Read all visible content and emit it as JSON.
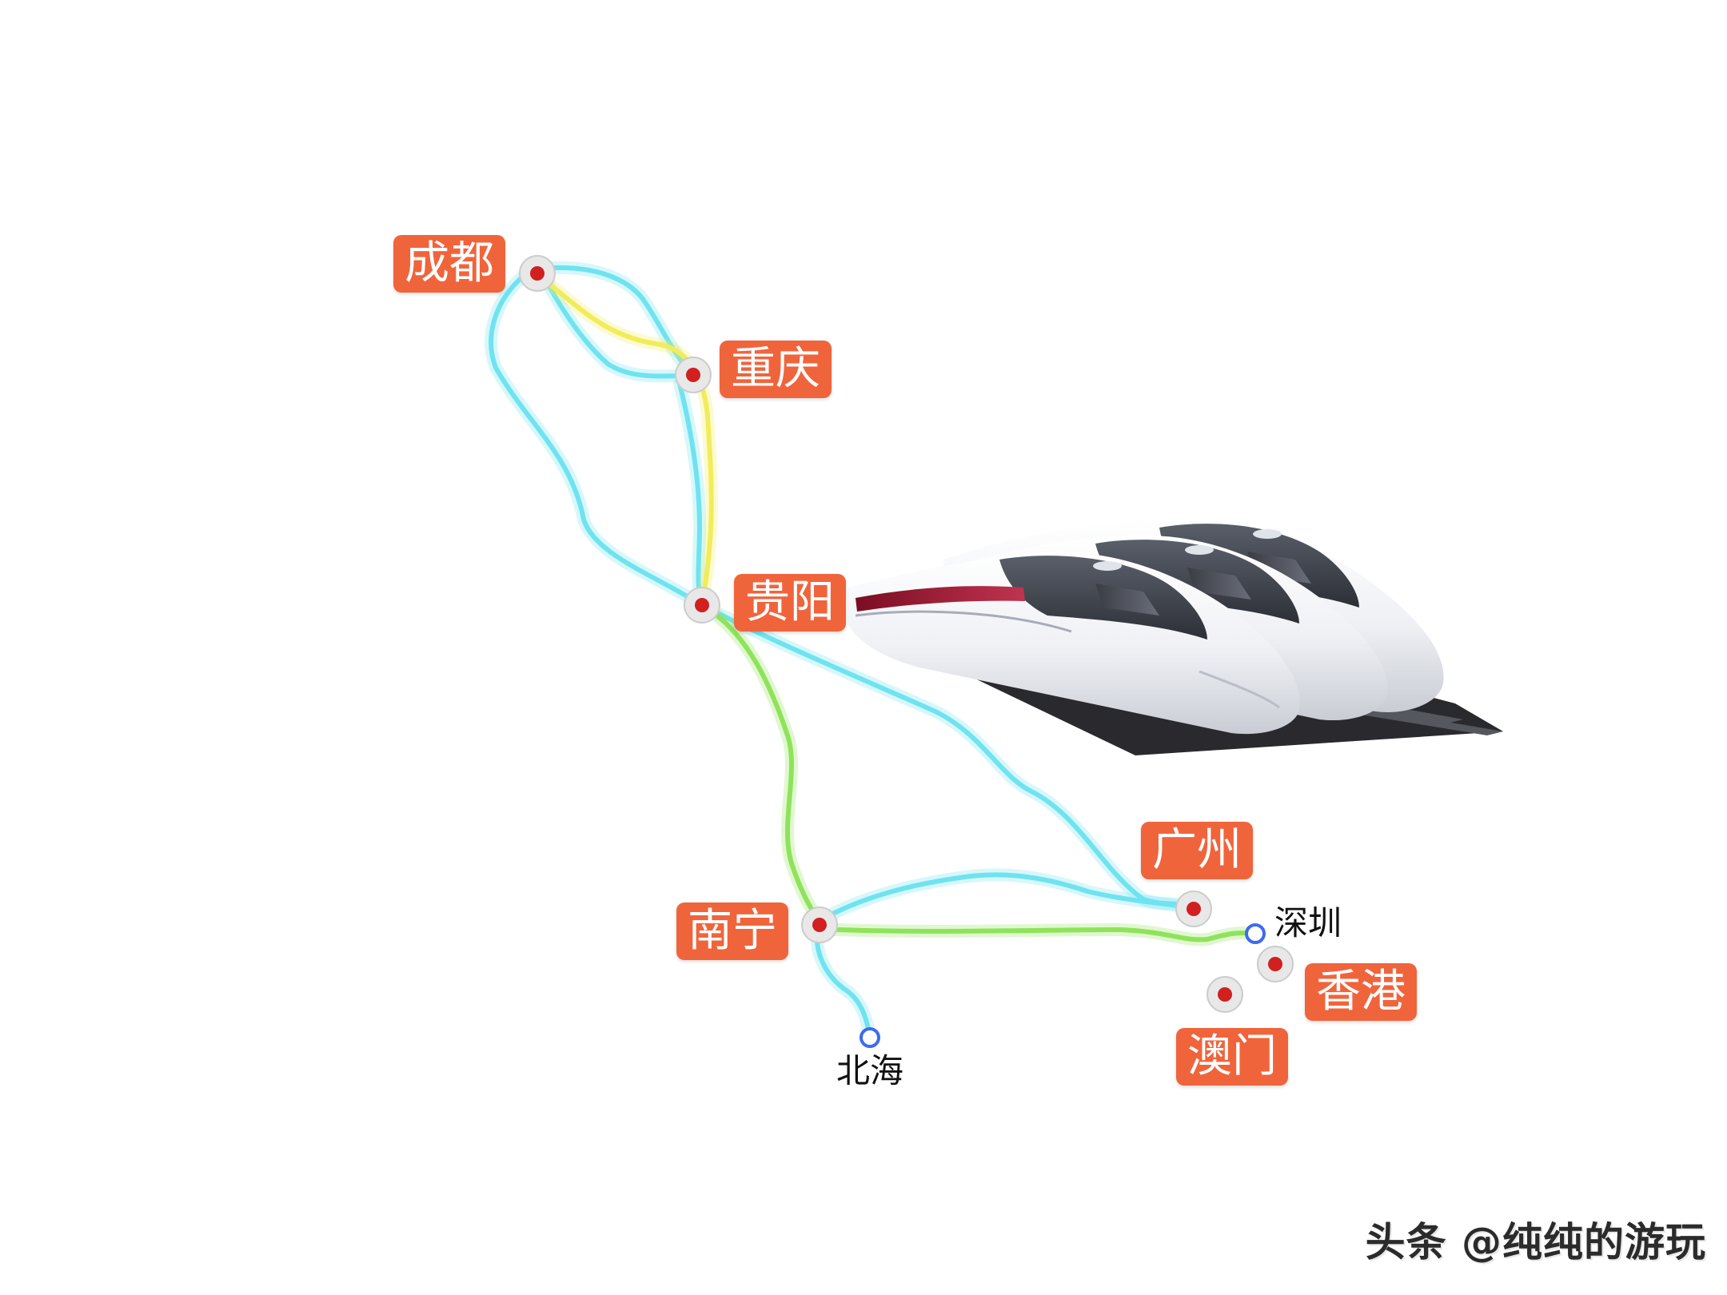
{
  "map": {
    "route_colors": {
      "cyan": "#6fe3f0",
      "yellow": "#f2ec5a",
      "green": "#8fe35a"
    },
    "marker_colors": {
      "major_ring": "#e8e8e8",
      "major_dot": "#d21f1f",
      "minor_ring": "#3c6bf0"
    },
    "label_color": "#f0643c",
    "major_cities": [
      {
        "id": "chengdu",
        "label": "成都"
      },
      {
        "id": "chongqing",
        "label": "重庆"
      },
      {
        "id": "guiyang",
        "label": "贵阳"
      },
      {
        "id": "guangzhou",
        "label": "广州"
      },
      {
        "id": "nanning",
        "label": "南宁"
      },
      {
        "id": "xianggang",
        "label": "香港"
      },
      {
        "id": "aomen",
        "label": "澳门"
      }
    ],
    "minor_cities": [
      {
        "id": "shenzhen",
        "label": "深圳"
      },
      {
        "id": "beihai",
        "label": "北海"
      }
    ],
    "illustration": "high-speed-train"
  },
  "watermark": "头条 @纯纯的游玩"
}
